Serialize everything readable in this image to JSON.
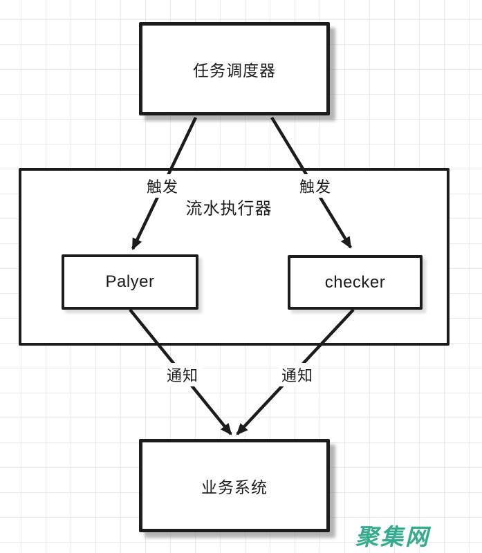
{
  "diagram": {
    "type": "flowchart",
    "nodes": {
      "scheduler": {
        "label": "任务调度器"
      },
      "executor": {
        "label": "流水执行器"
      },
      "palyer": {
        "label": "Palyer"
      },
      "checker": {
        "label": "checker"
      },
      "business": {
        "label": "业务系统"
      }
    },
    "edges": [
      {
        "from": "scheduler",
        "to": "palyer",
        "label": "触发"
      },
      {
        "from": "scheduler",
        "to": "checker",
        "label": "触发"
      },
      {
        "from": "palyer",
        "to": "business",
        "label": "通知"
      },
      {
        "from": "checker",
        "to": "business",
        "label": "通知"
      }
    ],
    "watermark": {
      "text": "聚集网",
      "color": "#35ab8e"
    },
    "colors": {
      "ink": "#1c1c1c",
      "box_fill": "#ffffff",
      "grid_line": "#dcdeea",
      "shadow": "#9c9c9c"
    }
  }
}
